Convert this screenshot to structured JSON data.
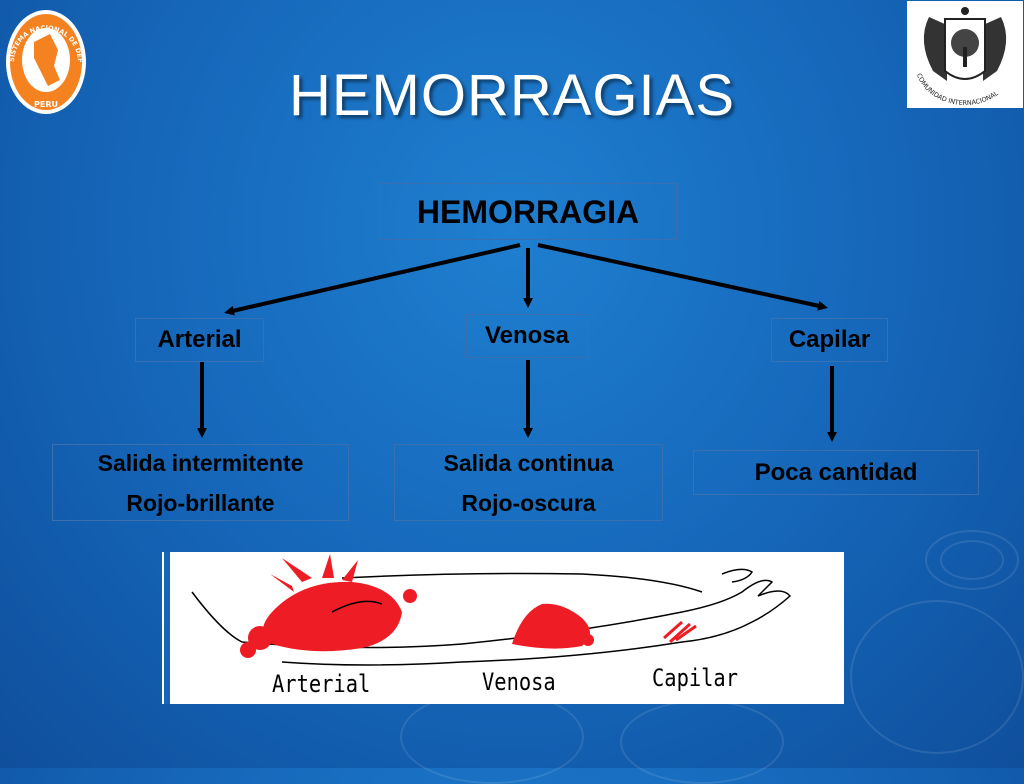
{
  "slide": {
    "title": "HEMORRAGIAS"
  },
  "logos": {
    "left_seal": "SISTEMA NACIONAL DE DEFENSA CIVIL",
    "left_bottom": "PERU",
    "right_caption": "COMUNIDAD INTERNACIONAL"
  },
  "diagram": {
    "root": "HEMORRAGIA",
    "types": [
      {
        "label": "Arterial",
        "lines": [
          "Salida intermitente",
          "Rojo-brillante"
        ]
      },
      {
        "label": "Venosa",
        "lines": [
          "Salida continua",
          "Rojo-oscura"
        ]
      },
      {
        "label": "Capilar",
        "lines": [
          "Poca cantidad"
        ]
      }
    ]
  },
  "illustration": {
    "labels": [
      "Arterial",
      "Venosa",
      "Capilar"
    ],
    "colors": {
      "blood": "#ee1c24",
      "outline": "#000000"
    }
  },
  "colors": {
    "background": "#1565b8",
    "title": "#ffffff",
    "box_border": "#3a6fb0"
  }
}
